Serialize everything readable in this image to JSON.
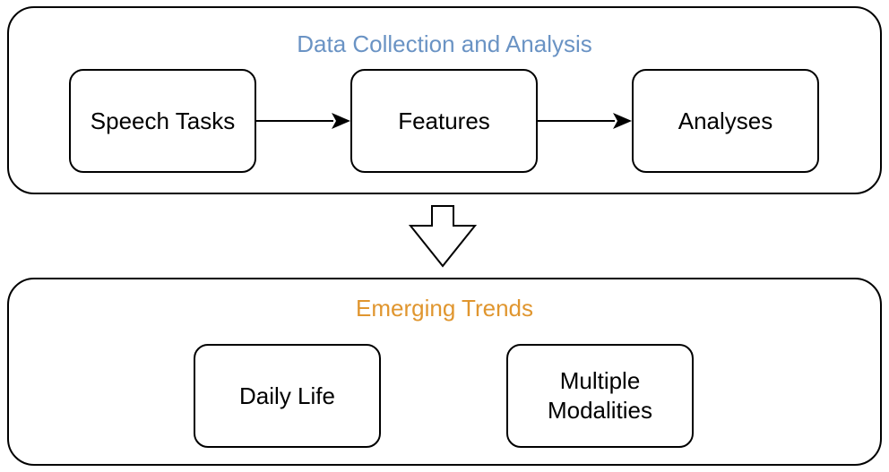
{
  "stages": [
    {
      "title": "Data Collection and Analysis",
      "title_color": "#6a93c4",
      "nodes": [
        {
          "label": "Speech Tasks"
        },
        {
          "label": "Features"
        },
        {
          "label": "Analyses"
        }
      ]
    },
    {
      "title": "Emerging Trends",
      "title_color": "#e0962f",
      "nodes": [
        {
          "label": "Daily Life"
        },
        {
          "label": "Multiple",
          "label_line2": "Modalities"
        }
      ]
    }
  ]
}
